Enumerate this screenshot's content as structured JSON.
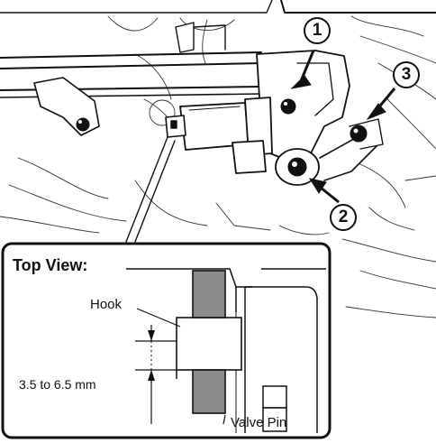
{
  "callouts": {
    "c1": "1",
    "c2": "2",
    "c3": "3"
  },
  "inset": {
    "title": "Top View:",
    "hook_label": "Hook",
    "dimension_label": "3.5 to 6.5 mm",
    "valve_pin_label": "Valve Pin"
  },
  "colors": {
    "line": "#111111",
    "pin_fill": "#8c8c8c",
    "background": "#ffffff"
  }
}
